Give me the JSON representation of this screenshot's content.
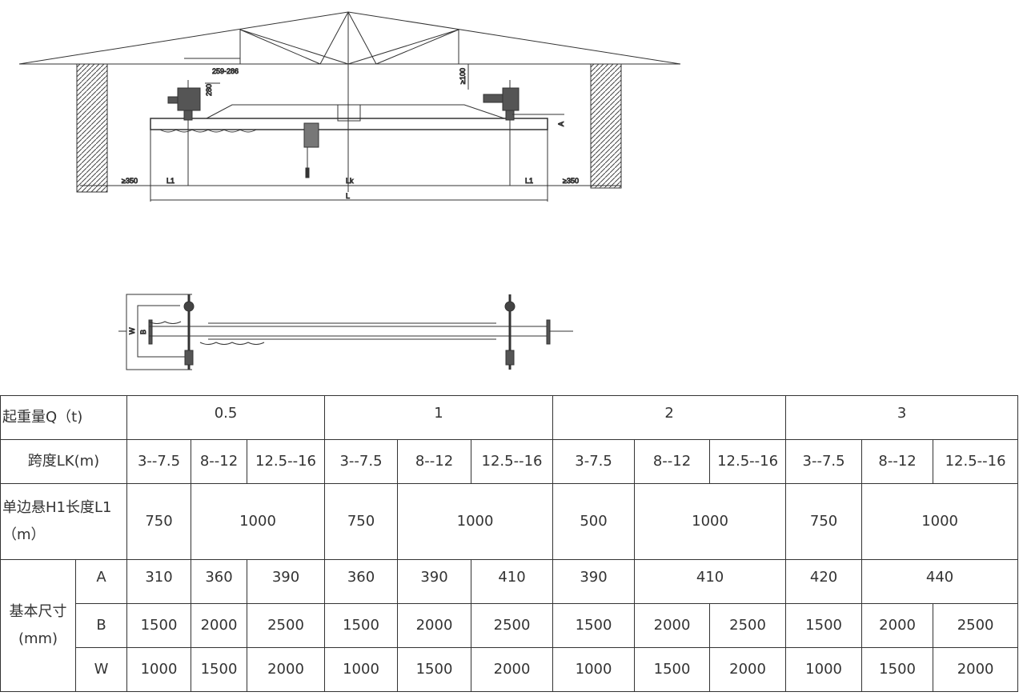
{
  "drawing": {
    "labels": {
      "hoist_clearance": "259-286",
      "height_280": "280",
      "min_100": "≥100",
      "dim_a": "A",
      "min_350_left": "≥350",
      "l1_left": "L1",
      "lk": "Lk",
      "l1_right": "L1",
      "min_350_right": "≥350",
      "l_total": "L",
      "dim_w": "W",
      "dim_b": "B"
    }
  },
  "table": {
    "rows": [
      [
        {
          "t": "起重量Q（t)",
          "cs": 2,
          "cls": "hdr"
        },
        {
          "t": "0.5",
          "cs": 3,
          "cls": "row4top"
        },
        {
          "t": "1",
          "cs": 3,
          "cls": "row4top"
        },
        {
          "t": "2",
          "cs": 3,
          "cls": "row4top"
        },
        {
          "t": "3",
          "cs": 3,
          "cls": "row4top"
        }
      ],
      [
        {
          "t": "跨度LK(m)",
          "cs": 2
        },
        {
          "t": "3--7.5"
        },
        {
          "t": "8--12"
        },
        {
          "t": "12.5--16"
        },
        {
          "t": "3--7.5"
        },
        {
          "t": "8--12"
        },
        {
          "t": "12.5--16"
        },
        {
          "t": "3-7.5"
        },
        {
          "t": "8--12"
        },
        {
          "t": "12.5--16"
        },
        {
          "t": "3--7.5"
        },
        {
          "t": "8--12"
        },
        {
          "t": "12.5--16"
        }
      ],
      [
        {
          "t": "单边悬H1长度L1（m）",
          "cs": 2,
          "cls": "hdr"
        },
        {
          "t": "750"
        },
        {
          "t": "1000",
          "cs": 2
        },
        {
          "t": "750"
        },
        {
          "t": "1000",
          "cs": 2
        },
        {
          "t": "500"
        },
        {
          "t": "1000",
          "cs": 2
        },
        {
          "t": "750"
        },
        {
          "t": "1000",
          "cs": 2
        }
      ],
      [
        {
          "t": "基本尺寸(mm)",
          "rs": 3
        },
        {
          "t": "A",
          "cls": "row4top"
        },
        {
          "t": "310",
          "cls": "row4top"
        },
        {
          "t": "360",
          "cls": "row4top"
        },
        {
          "t": "390",
          "cls": "row4top"
        },
        {
          "t": "360",
          "cls": "row4top"
        },
        {
          "t": "390",
          "cls": "row4top"
        },
        {
          "t": "410",
          "cls": "row4top"
        },
        {
          "t": "390",
          "cls": "row4top"
        },
        {
          "t": "410",
          "cs": 2,
          "cls": "row4top"
        },
        {
          "t": "420",
          "cls": "row4top"
        },
        {
          "t": "440",
          "cs": 2,
          "cls": "row4top"
        }
      ],
      [
        {
          "t": "B"
        },
        {
          "t": "1500"
        },
        {
          "t": "2000"
        },
        {
          "t": "2500"
        },
        {
          "t": "1500"
        },
        {
          "t": "2000"
        },
        {
          "t": "2500"
        },
        {
          "t": "1500"
        },
        {
          "t": "2000"
        },
        {
          "t": "2500"
        },
        {
          "t": "1500"
        },
        {
          "t": "2000"
        },
        {
          "t": "2500"
        }
      ],
      [
        {
          "t": "W"
        },
        {
          "t": "1000"
        },
        {
          "t": "1500"
        },
        {
          "t": "2000"
        },
        {
          "t": "1000"
        },
        {
          "t": "1500"
        },
        {
          "t": "2000"
        },
        {
          "t": "1000"
        },
        {
          "t": "1500"
        },
        {
          "t": "2000"
        },
        {
          "t": "1000"
        },
        {
          "t": "1500"
        },
        {
          "t": "2000"
        }
      ]
    ]
  }
}
